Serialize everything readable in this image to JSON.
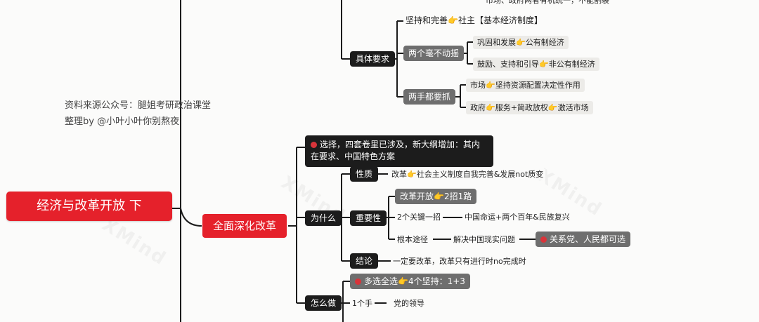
{
  "source_info": {
    "line1": "资料来源公众号：腿姐考研政治课堂",
    "line2": "整理by @小叶小叶你别熬夜"
  },
  "root": {
    "label": "经济与改革开放 下"
  },
  "top_section": {
    "partial_text": "市场、政府两者有机统一，不能割裂",
    "concrete": "具体要求",
    "persist": "坚持和完善👉社主【基本经济制度】",
    "two_unwavering": "两个毫不动摇",
    "consolidate": "巩固和发展👉公有制经济",
    "encourage": "鼓励、支持和引导👉非公有制经济",
    "two_hands": "两手都要抓",
    "market": "市场👉坚持资源配置决定性作用",
    "government": "政府👉服务+简政放权👉激活市场"
  },
  "reform": {
    "label": "全面深化改革",
    "note": "选择，四套卷里已涉及，新大纲增加：其内在要求、中国特色方案",
    "why": "为什么",
    "nature": "性质",
    "nature_text": "改革👉社会主义制度自我完善&发展not质变",
    "importance": "重要性",
    "imp_a": "改革开放👉2招1路",
    "imp_b": "2个关键一招",
    "imp_b_child": "中国命运+两个百年&民族复兴",
    "imp_c": "根本途径",
    "imp_c_child": "解决中国现实问题",
    "imp_c_note": "关系党、人民都可选",
    "conclusion": "结论",
    "conclusion_text": "一定要改革，改革只有进行时no完成时",
    "how": "怎么做",
    "how_a": "多选全选👉4个坚持：1+3",
    "how_b": "1个手",
    "how_b_child": "党的领导"
  },
  "watermark": "XMind"
}
